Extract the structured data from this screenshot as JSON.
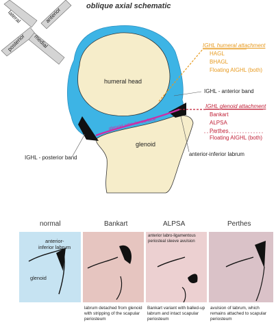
{
  "title": "oblique axial schematic",
  "orientation": {
    "lateral": "lateral",
    "anterior": "anterior",
    "posterior": "posterior",
    "medial": "medial"
  },
  "labels": {
    "humeral_head": "humeral head",
    "glenoid": "glenoid",
    "glenoid_articular_surface": "glenoid articular surface",
    "ighl_anterior_band": "IGHL - anterior band",
    "ighl_posterior_band": "IGHL - posterior band",
    "anterior_inferior_labrum": "anterior-inferior labrum"
  },
  "humeral_attachment": {
    "header": "IGHL humeral attachment",
    "items": [
      "HAGL",
      "BHAGL",
      "Floating AIGHL (both)"
    ]
  },
  "glenoid_attachment": {
    "header": "IGHL glenoid attachment",
    "items": [
      "Bankart",
      "ALPSA",
      "Perthes"
    ],
    "extra": "Floating AIGHL (both)"
  },
  "panels": [
    {
      "title": "normal",
      "inner_label_1": "anterior-",
      "inner_label_2": "inferior labrum",
      "inner_label_3": "glenoid",
      "caption": "",
      "color": "#c6e3f2"
    },
    {
      "title": "Bankart",
      "caption": "labrum detached from glenoid with stripping of the scapular periosteum",
      "color": "#e6c5c0"
    },
    {
      "title": "ALPSA",
      "inner_caption": "anterior labro-ligamentous periosteal sleeve avulsion",
      "caption": "Bankart variant with balled-up labrum and intact scapular periosteum",
      "color": "#ecd0d1"
    },
    {
      "title": "Perthes",
      "caption": "avulsion of labrum, which remains attached to scapular periosteum",
      "color": "#dac2c8"
    }
  ],
  "colors": {
    "bone": "#f6edca",
    "capsule": "#3db4e5",
    "orange": "#e79a1f",
    "red": "#c01f36",
    "surface": "#cc2ea6"
  }
}
